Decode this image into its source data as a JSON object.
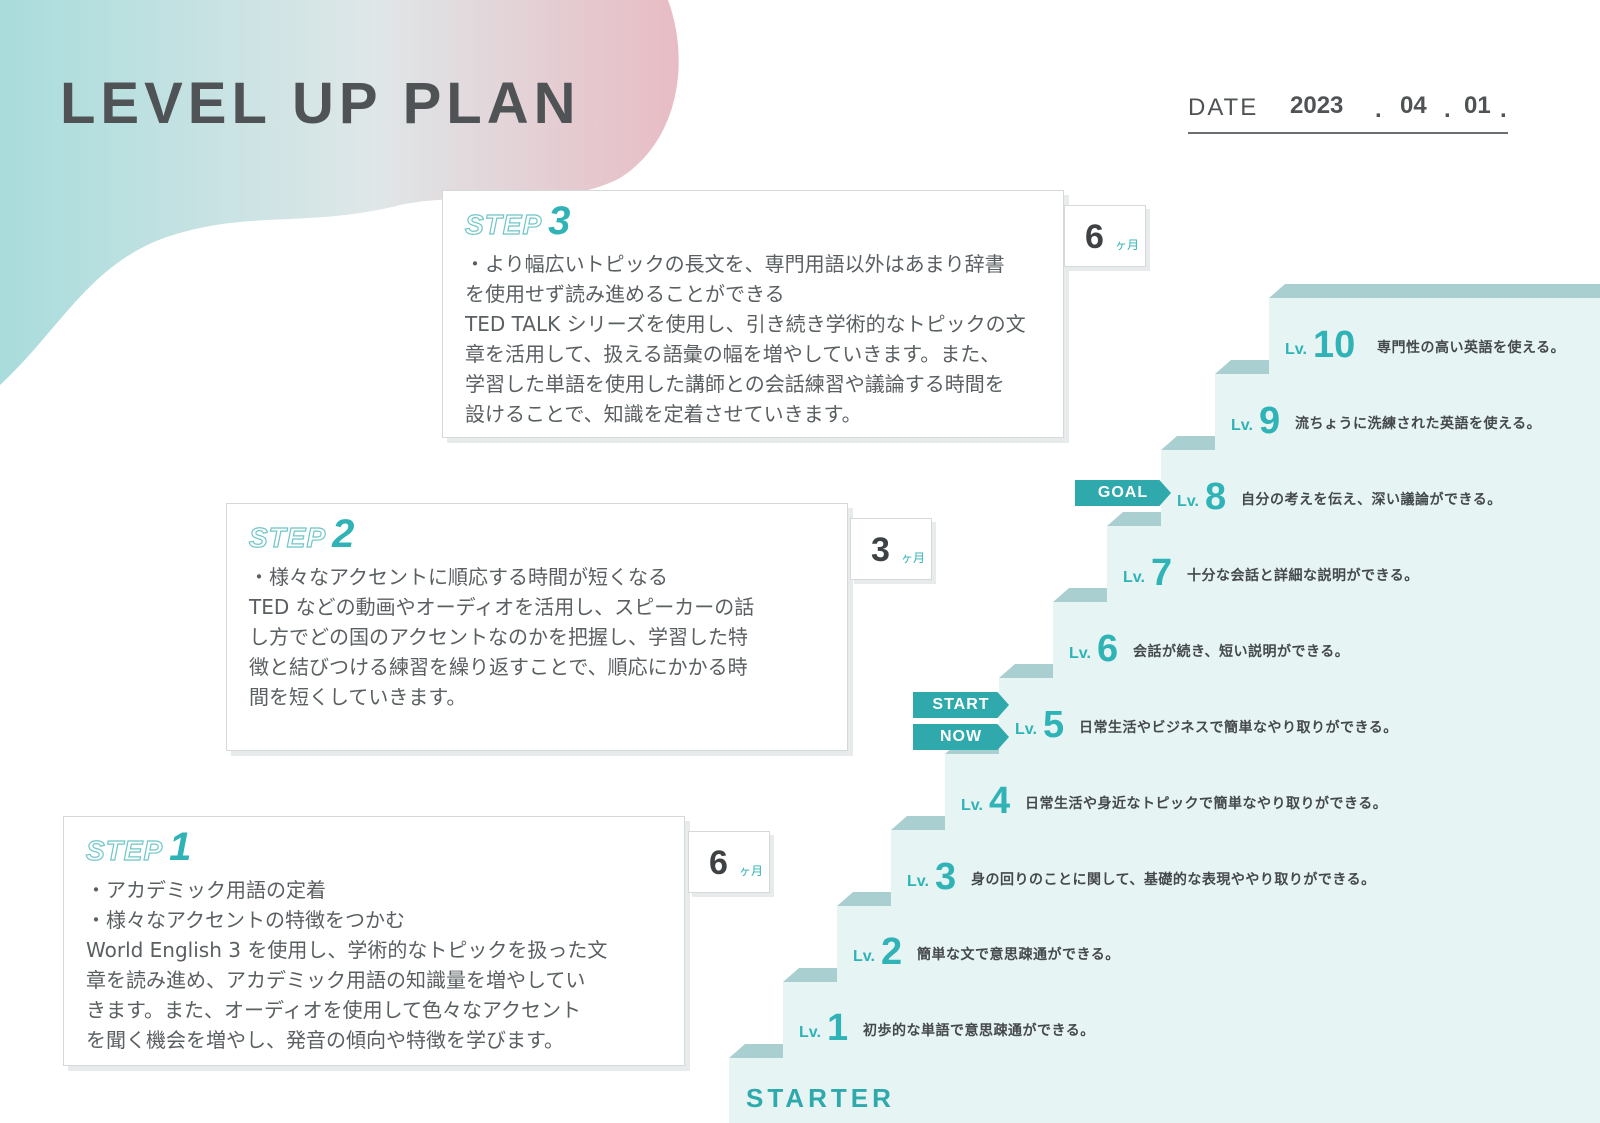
{
  "title": "LEVEL UP PLAN",
  "date": {
    "label": "DATE",
    "year": "2023",
    "month": "04",
    "day": "01"
  },
  "steps": [
    {
      "word": "STEP",
      "number": "3",
      "duration": {
        "value": "6",
        "unit": "ヶ月"
      },
      "lines": [
        "・より幅広いトピックの長文を、専門用語以外はあまり辞書",
        "を使用せず読み進めることができる",
        "TED TALK シリーズを使用し、引き続き学術的なトピックの文",
        "章を活用して、扱える語彙の幅を増やしていきます。また、",
        "学習した単語を使用した講師との会話練習や議論する時間を",
        "設けることで、知識を定着させていきます。"
      ]
    },
    {
      "word": "STEP",
      "number": "2",
      "duration": {
        "value": "3",
        "unit": "ヶ月"
      },
      "lines": [
        "・様々なアクセントに順応する時間が短くなる",
        "TED などの動画やオーディオを活用し、スピーカーの話",
        "し方でどの国のアクセントなのかを把握し、学習した特",
        "徴と結びつける練習を繰り返すことで、順応にかかる時",
        "間を短くしていきます。"
      ]
    },
    {
      "word": "STEP",
      "number": "1",
      "duration": {
        "value": "6",
        "unit": "ヶ月"
      },
      "lines": [
        "・アカデミック用語の定着",
        "・様々なアクセントの特徴をつかむ",
        "World English 3 を使用し、学術的なトピックを扱った文",
        "章を読み進め、アカデミック用語の知識量を増やしてい",
        "きます。また、オーディオを使用して色々なアクセント",
        "を聞く機会を増やし、発音の傾向や特徴を学びます。"
      ]
    }
  ],
  "levels": [
    {
      "prefix": "Lv.",
      "num": "1",
      "desc": "初歩的な単語で意思疎通ができる。"
    },
    {
      "prefix": "Lv.",
      "num": "2",
      "desc": "簡単な文で意思疎通ができる。"
    },
    {
      "prefix": "Lv.",
      "num": "3",
      "desc": "身の回りのことに関して、基礎的な表現ややり取りができる。"
    },
    {
      "prefix": "Lv.",
      "num": "4",
      "desc": "日常生活や身近なトピックで簡単なやり取りができる。"
    },
    {
      "prefix": "Lv.",
      "num": "5",
      "desc": "日常生活やビジネスで簡単なやり取りができる。"
    },
    {
      "prefix": "Lv.",
      "num": "6",
      "desc": "会話が続き、短い説明ができる。"
    },
    {
      "prefix": "Lv.",
      "num": "7",
      "desc": "十分な会話と詳細な説明ができる。"
    },
    {
      "prefix": "Lv.",
      "num": "8",
      "desc": "自分の考えを伝え、深い議論ができる。"
    },
    {
      "prefix": "Lv.",
      "num": "9",
      "desc": "流ちょうに洗練された英語を使える。"
    },
    {
      "prefix": "Lv.",
      "num": "10",
      "desc": "専門性の高い英語を使える。"
    }
  ],
  "tags": {
    "goal": "GOAL",
    "start": "START",
    "now": "NOW"
  },
  "starter": "STARTER",
  "colors": {
    "accent": "#2fb3b6",
    "stair_face": "#e6f4f4",
    "stair_riser": "#a9cfd1",
    "tag": "#2fa9ac"
  }
}
